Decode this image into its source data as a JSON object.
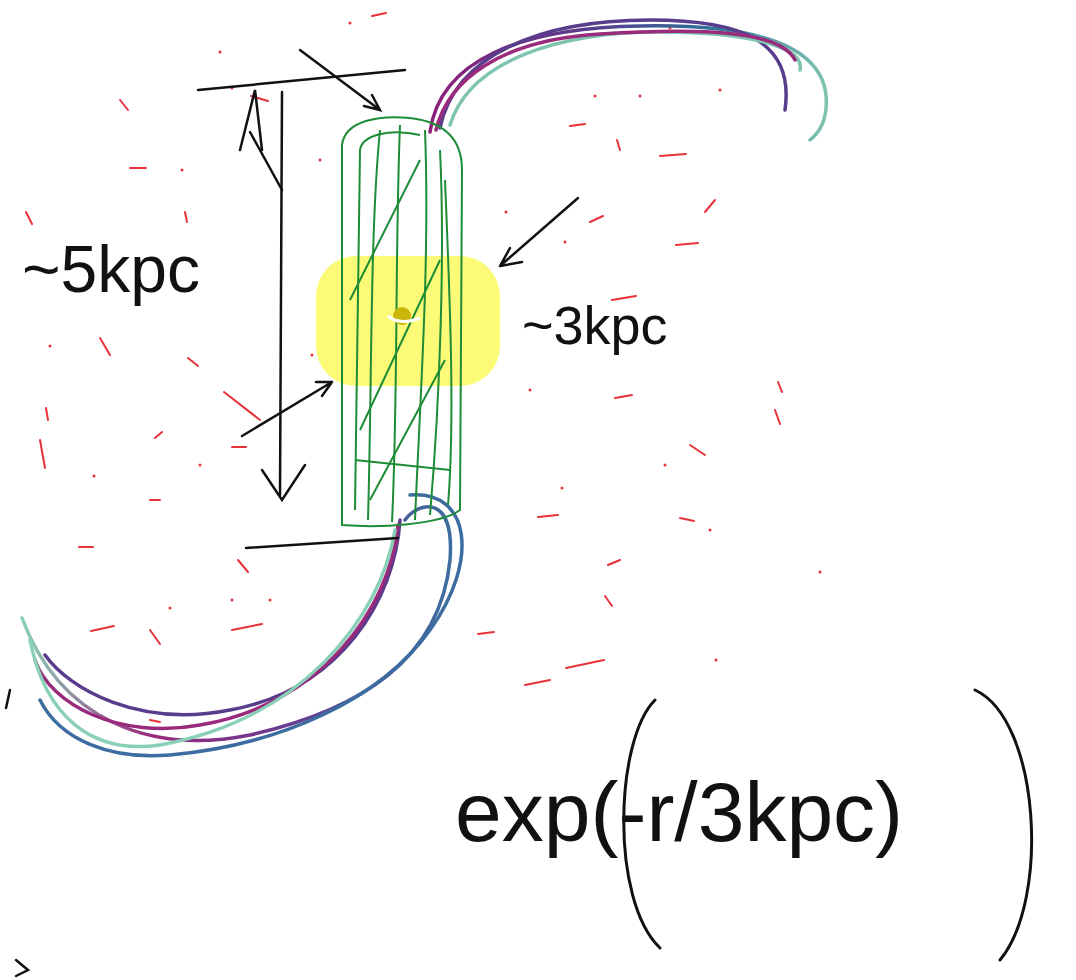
{
  "diagram": {
    "labels": [
      "~5kpc",
      "~3kpc",
      "exp(-r/3kpc)"
    ]
  }
}
